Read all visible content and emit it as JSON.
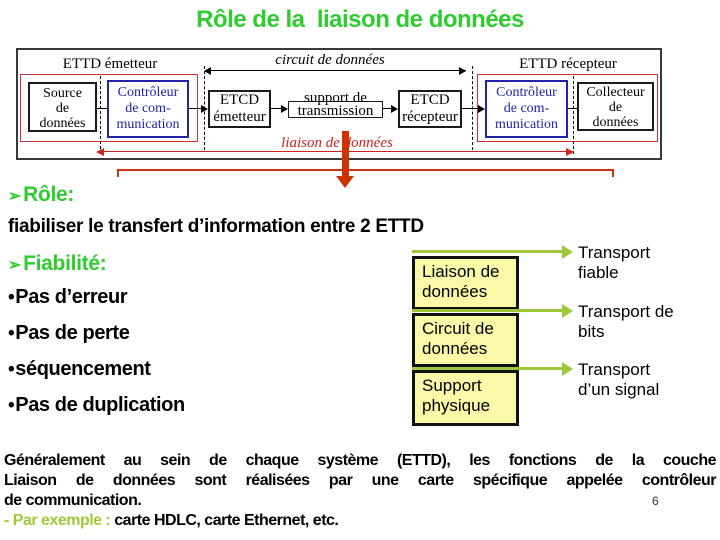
{
  "slide": {
    "title": "Rôle de la  liaison de données",
    "page_number": "6",
    "colors": {
      "title_green": "#2ecc2e",
      "diagram_red": "#cc3333",
      "controller_blue": "#2222aa",
      "thick_arrow_orange": "#cc3300",
      "layer_yellow": "#f9f9a8",
      "green_arrow": "#9cc83a",
      "example_green": "#a2c83a"
    }
  },
  "diagram": {
    "ettd_emetteur_label": "ETTD émetteur",
    "ettd_recepteur_label": "ETTD récepteur",
    "circuit_label": "circuit de données",
    "liaison_label": "liaison de données",
    "source_box": "Source\nde\ndonnées",
    "controller_left_box": "Contrôleur\nde com-\nmunication",
    "etcd_emetteur_box": "ETCD\németteur",
    "support_box": "support de\ntransmission",
    "etcd_recepteur_box": "ETCD\nrécepteur",
    "controller_right_box": "Contrôleur\nde com-\nmunication",
    "collecteur_box": "Collecteur\nde\ndonnées"
  },
  "content": {
    "pointer_char": "➢",
    "bullet_char": "•",
    "role_heading": "Rôle:",
    "role_statement": "fiabiliser le transfert d’information entre 2 ETTD",
    "fiabilite_heading": "Fiabilité:",
    "bullets": [
      "Pas d’erreur",
      "Pas de perte",
      "séquencement",
      "Pas de duplication"
    ],
    "layers": [
      {
        "label": "Liaison de\ndonnées",
        "transport": "Transport\nfiable"
      },
      {
        "label": "Circuit de\ndonnées",
        "transport": "Transport de\nbits"
      },
      {
        "label": "Support\nphysique",
        "transport": "Transport\nd’un signal"
      }
    ]
  },
  "footer": {
    "paragraph_lines": [
      "Généralement au sein de chaque système (ETTD), les fonctions de la couche",
      "Liaison de données sont réalisées par une carte spécifique appelée contrôleur",
      "de communication."
    ],
    "example_label": "- Par exemple : ",
    "example_text": "carte HDLC, carte Ethernet, etc."
  }
}
